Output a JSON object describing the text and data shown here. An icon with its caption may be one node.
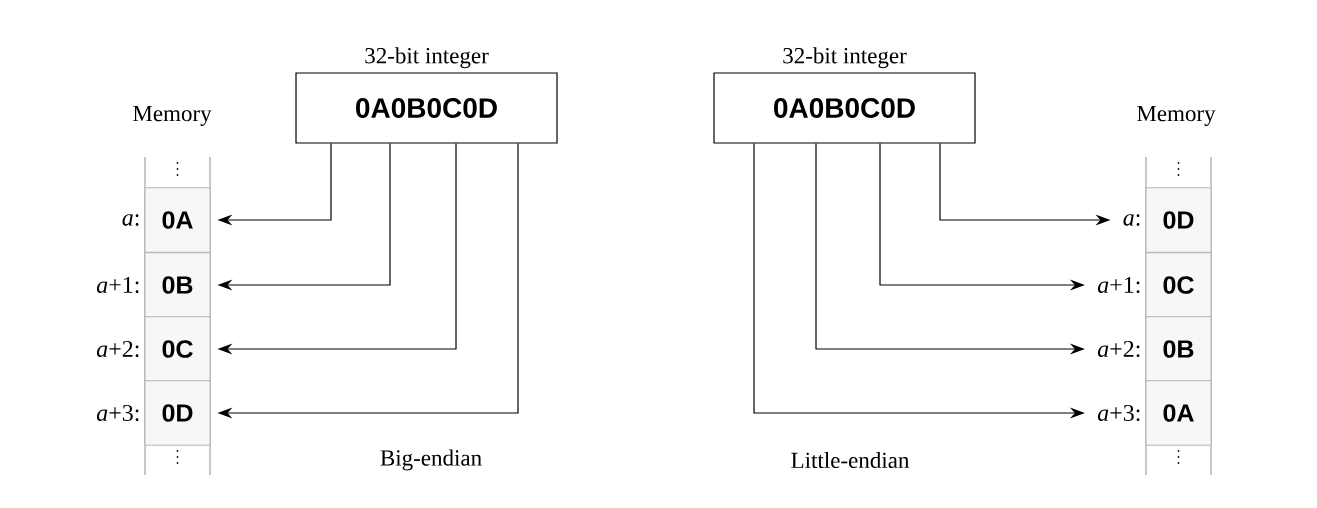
{
  "diagram": {
    "nodes": [
      {
        "text": [
          "32-bit integer",
          "0A0B0C0D"
        ]
      },
      {
        "text": [
          "0A"
        ],
        "beside": [
          "*a*:"
        ]
      },
      {
        "text": [
          "0B"
        ],
        "beside": [
          "*a*+1:"
        ]
      },
      {
        "text": [
          "0C"
        ],
        "beside": [
          "*a*+2:"
        ]
      },
      {
        "text": [
          "0D"
        ],
        "beside": [
          "*a*+3:"
        ]
      },
      {
        "text": [
          "32-bit integer",
          "0A0B0C0D"
        ]
      },
      {
        "text": [
          "0D"
        ],
        "beside": [
          "*a*:"
        ]
      },
      {
        "text": [
          "0C"
        ],
        "beside": [
          "*a*+1:"
        ]
      },
      {
        "text": [
          "0B"
        ],
        "beside": [
          "*a*+2:"
        ]
      },
      {
        "text": [
          "0A"
        ],
        "beside": [
          "*a*+3:"
        ]
      }
    ],
    "edges": [
      {
        "from": 0,
        "to": 1,
        "arrow": "to"
      },
      {
        "from": 0,
        "to": 2,
        "arrow": "to"
      },
      {
        "from": 0,
        "to": 3,
        "arrow": "to"
      },
      {
        "from": 0,
        "to": 4,
        "arrow": "to"
      },
      {
        "from": 5,
        "to": 6,
        "arrow": "to"
      },
      {
        "from": 5,
        "to": 7,
        "arrow": "to"
      },
      {
        "from": 5,
        "to": 8,
        "arrow": "to"
      },
      {
        "from": 5,
        "to": 9,
        "arrow": "to"
      }
    ],
    "labels": [
      "Memory",
      "Memory",
      "Big-endian",
      "Little-endian"
    ]
  }
}
